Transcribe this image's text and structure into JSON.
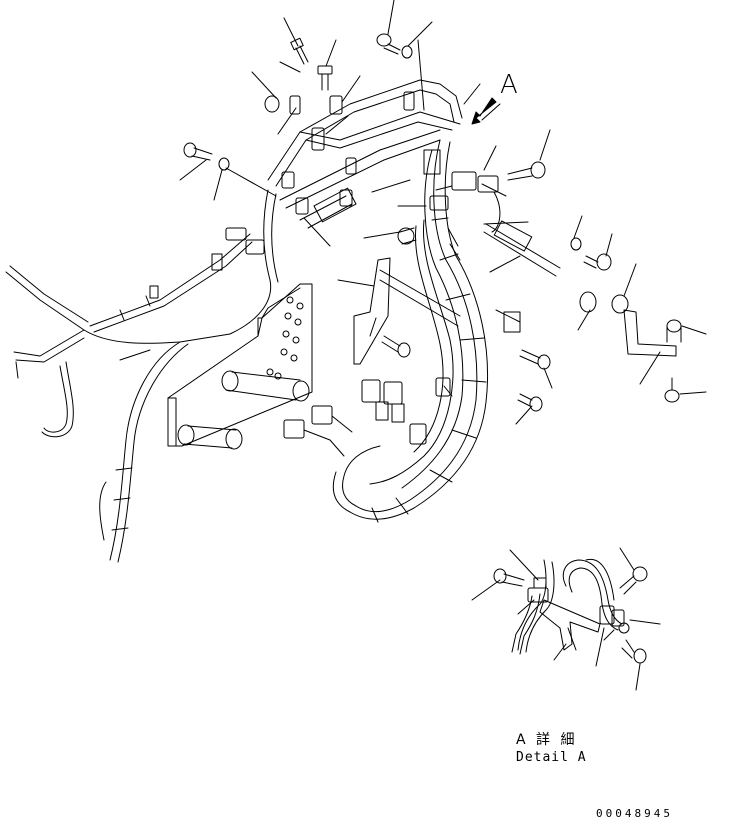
{
  "view_arrow": {
    "label": "A"
  },
  "detail": {
    "title_jp": "A 詳 細",
    "title_en": "Detail A"
  },
  "drawing_number": "00048945",
  "colors": {
    "ink": "#000000",
    "paper": "#ffffff"
  }
}
